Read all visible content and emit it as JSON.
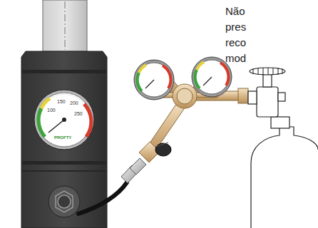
{
  "diagram": {
    "labels": [
      "Não",
      "pres",
      "reco",
      "mod",
      "100",
      "150",
      "200",
      "250",
      "PROFTY"
    ]
  }
}
